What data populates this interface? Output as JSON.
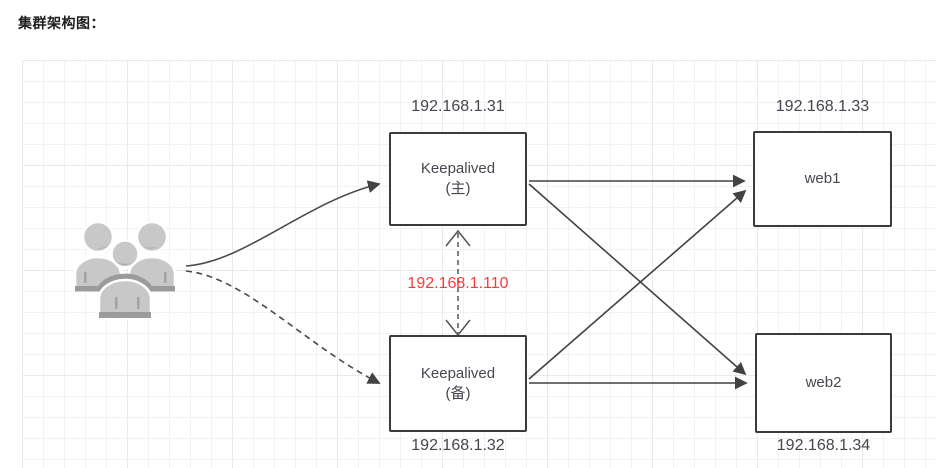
{
  "page": {
    "title": "集群架构图："
  },
  "diagram": {
    "nodes": {
      "keepalived_master": {
        "name": "Keepalived",
        "role": "(主)",
        "ip": "192.168.1.31"
      },
      "keepalived_backup": {
        "name": "Keepalived",
        "role": "(备)",
        "ip": "192.168.1.32"
      },
      "web1": {
        "name": "web1",
        "ip": "192.168.1.33"
      },
      "web2": {
        "name": "web2",
        "ip": "192.168.1.34"
      }
    },
    "vip": {
      "ip": "192.168.1.110"
    },
    "icons": {
      "users": "users-group-icon"
    },
    "edges": [
      {
        "from": "users",
        "to": "keepalived_master",
        "style": "solid-curve"
      },
      {
        "from": "users",
        "to": "keepalived_backup",
        "style": "dashed-curve"
      },
      {
        "from": "keepalived_master",
        "to": "web1",
        "style": "solid"
      },
      {
        "from": "keepalived_master",
        "to": "web2",
        "style": "solid"
      },
      {
        "from": "keepalived_backup",
        "to": "web1",
        "style": "solid"
      },
      {
        "from": "keepalived_backup",
        "to": "web2",
        "style": "solid"
      },
      {
        "from": "keepalived_master",
        "to": "keepalived_backup",
        "style": "dashed-double-arrow",
        "label": "192.168.1.110"
      }
    ],
    "colors": {
      "vip_text": "#fb3b3b",
      "box_border": "#3b3b3b",
      "box_text": "#474751",
      "ip_text": "#45454f",
      "arrow": "#424242",
      "grid_minor": "#f2f2f6",
      "grid_major": "#e9e9ed",
      "users_fill": "#c8c8c8",
      "users_trim": "#9b9b9b"
    }
  }
}
